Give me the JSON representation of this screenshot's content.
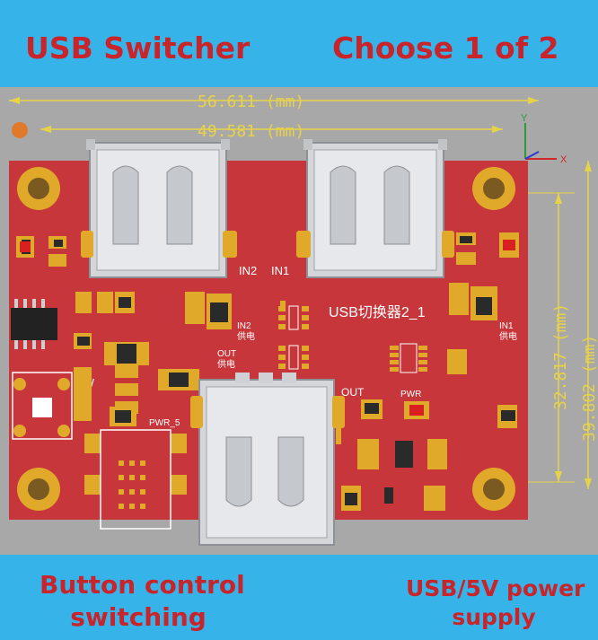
{
  "banner_top": {
    "left_title": "USB Switcher",
    "right_title": "Choose 1 of 2"
  },
  "banner_bottom": {
    "left_line1": "Button control",
    "left_line2": "switching",
    "right_line1": "USB/5V power",
    "right_line2": "supply"
  },
  "dimensions": {
    "top_outer": "56.611 (mm)",
    "top_inner": "49.581 (mm)",
    "right_inner": "32.817 (mm)",
    "right_outer": "39.802 (mm)"
  },
  "axes": {
    "y": "Y",
    "x": "X"
  },
  "silkscreen": {
    "in2": "IN2",
    "in1": "IN1",
    "board_name": "USB切换器2_1",
    "in2_power_1": "IN2",
    "in2_power_2": "供电",
    "in1_power_1": "IN1",
    "in1_power_2": "供电",
    "out_power_1": "OUT",
    "out_power_2": "供电",
    "sw": "SW",
    "out": "OUT",
    "pwr": "PWR",
    "pwr5": "PWR_5"
  },
  "colors": {
    "pcb_red": "#c7363b",
    "pad_gold": "#e0a92a",
    "banner_blue": "#36b4ea",
    "title_red": "#c8242b",
    "dimension_yellow": "#e8d24a",
    "background_gray": "#a8a8a8"
  }
}
